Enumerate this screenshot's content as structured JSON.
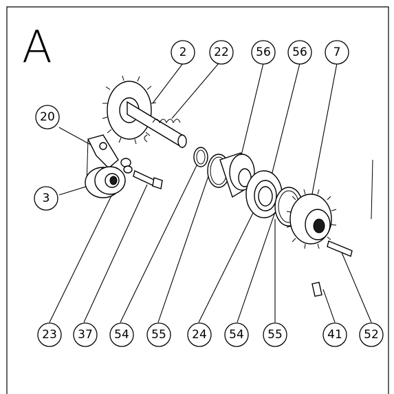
{
  "view_label": "A",
  "callouts_top": [
    {
      "id": "top-2",
      "text": "2"
    },
    {
      "id": "top-22",
      "text": "22"
    },
    {
      "id": "top-56a",
      "text": "56"
    },
    {
      "id": "top-56b",
      "text": "56"
    },
    {
      "id": "top-7",
      "text": "7"
    }
  ],
  "callouts_left": [
    {
      "id": "left-20",
      "text": "20"
    },
    {
      "id": "left-3",
      "text": "3"
    }
  ],
  "callouts_bottom": [
    {
      "id": "bottom-23",
      "text": "23"
    },
    {
      "id": "bottom-37",
      "text": "37"
    },
    {
      "id": "bottom-54a",
      "text": "54"
    },
    {
      "id": "bottom-55a",
      "text": "55"
    },
    {
      "id": "bottom-24",
      "text": "24"
    },
    {
      "id": "bottom-54b",
      "text": "54"
    },
    {
      "id": "bottom-55b",
      "text": "55"
    },
    {
      "id": "bottom-41",
      "text": "41"
    },
    {
      "id": "bottom-52",
      "text": "52"
    }
  ]
}
